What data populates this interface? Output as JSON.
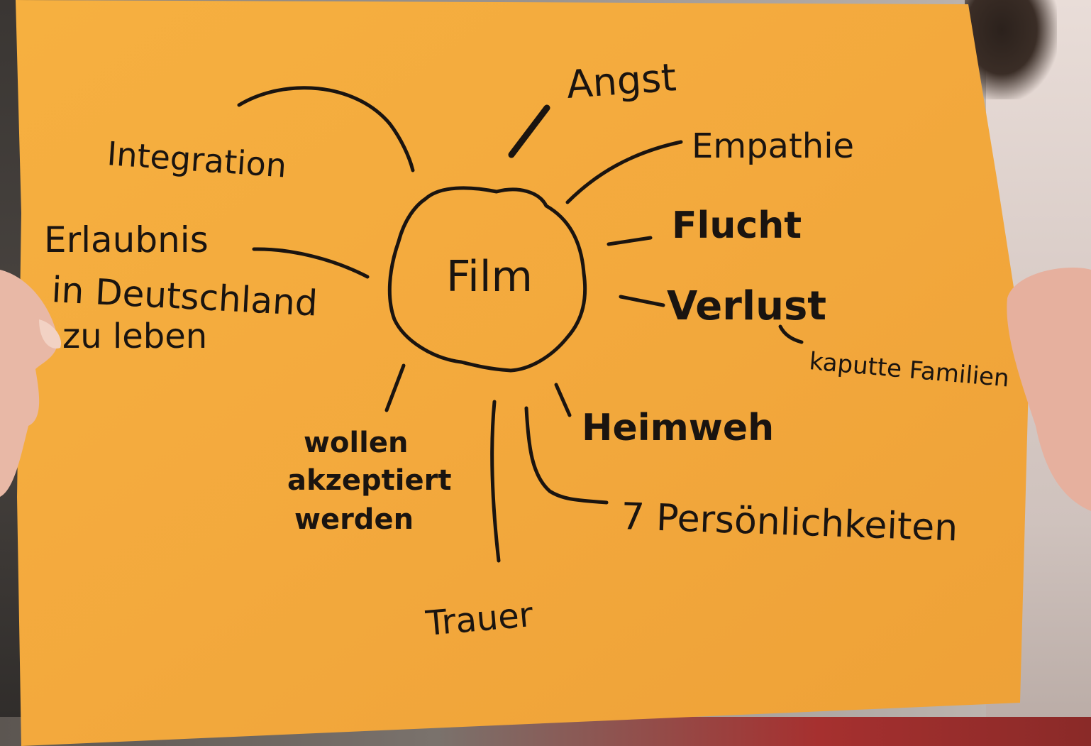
{
  "mindmap": {
    "center": "Film",
    "branches": [
      "Angst",
      "Integration",
      "Empathie",
      "Flucht",
      "Verlust",
      "kaputte Familien",
      "Erlaubnis",
      "in Deutschland",
      "zu leben",
      "Heimweh",
      "wollen",
      "akzeptiert",
      "werden",
      "7 Persönlichkeiten",
      "Trauer"
    ]
  },
  "colors": {
    "paper": "#f3a93d",
    "ink": "#1a1410"
  }
}
